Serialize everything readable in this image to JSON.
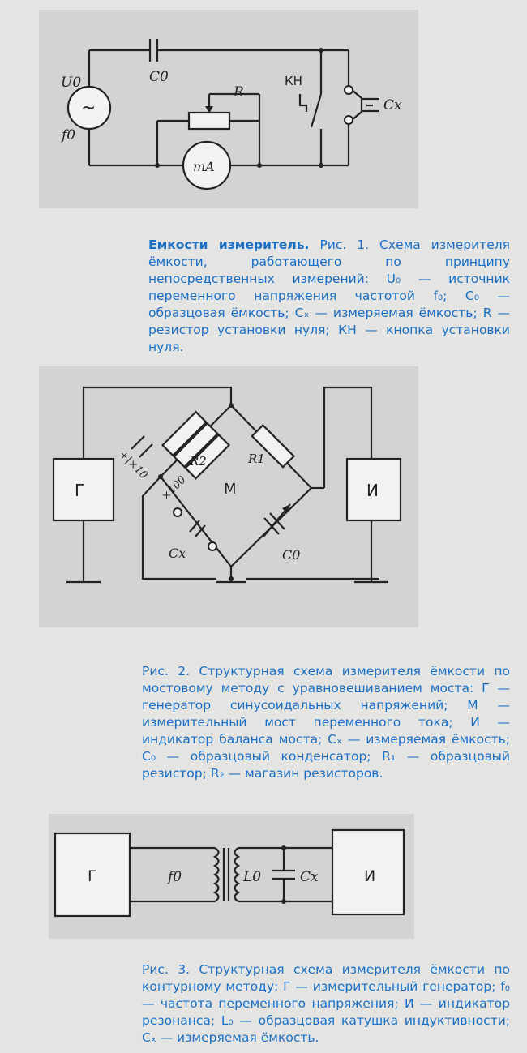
{
  "fig1": {
    "labels": {
      "u0": "U0",
      "f0": "f0",
      "c0": "C0",
      "r": "R",
      "kn": "КН",
      "cx": "Cx",
      "ma": "mA",
      "tilde": "~"
    },
    "caption": {
      "title": "Емкости измеритель.",
      "text": "Рис. 1. Схема измерителя ёмкости, работающего по принципу непосредственных измерений: U₀ — источник переменного напряжения частотой f₀; C₀ — образцовая ёмкость; Cₓ — измеряемая ёмкость; R — резистор установки нуля; КН — кнопка установки нуля."
    }
  },
  "fig2": {
    "labels": {
      "gen": "Г",
      "ind": "И",
      "bridge": "М",
      "r1": "R1",
      "r2": "R2",
      "x10": "+|×10",
      "x100": "×100",
      "cx": "Cx",
      "c0": "C0"
    },
    "caption": "Рис. 2. Структурная схема измерителя ёмкости по мостовому методу с уравновешиванием моста: Г — генератор синусоидальных напряжений; М — измерительный мост переменного тока; И — индикатор баланса моста; Cₓ — измеряемая ёмкость; C₀ — образцовый конденсатор; R₁ — образцовый резистор; R₂ — магазин резисторов."
  },
  "fig3": {
    "labels": {
      "gen": "Г",
      "f0": "f0",
      "l0": "L0",
      "cx": "Cx",
      "ind": "И"
    },
    "caption": "Рис. 3. Структурная схема измерителя ёмкости по контурному методу: Г — измерительный генератор; f₀ — частота переменного напряжения; И — индикатор резонанса; L₀ — образцовая катушка индуктивности; Cₓ — измеряемая ёмкость."
  }
}
